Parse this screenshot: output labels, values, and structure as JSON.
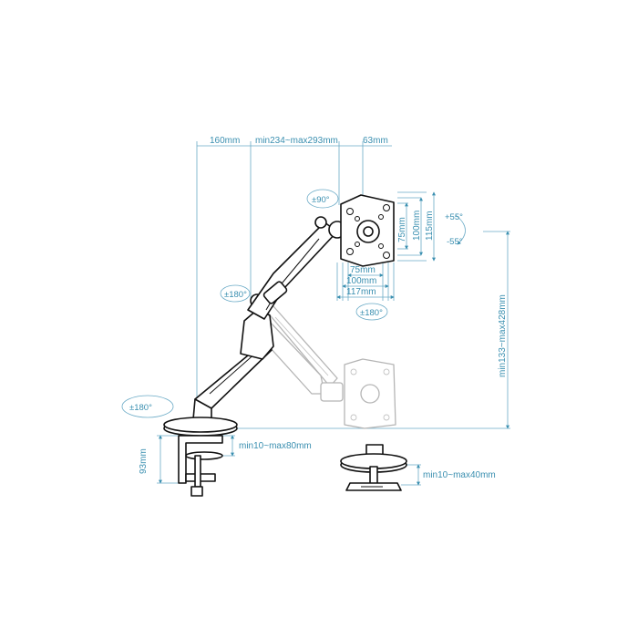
{
  "dimensions": {
    "arm_reach": "160mm",
    "arm_extension": "min234~max293mm",
    "head_depth": "63mm",
    "height_range": "min133~max428mm",
    "clamp_height": "93mm",
    "clamp_thickness": "min10~max80mm",
    "grommet_thickness": "min10~max40mm",
    "vesa_h_75": "75mm",
    "vesa_h_100": "100mm",
    "vesa_h_117": "117mm",
    "vesa_v_75": "75mm",
    "vesa_v_100": "100mm",
    "vesa_v_115": "115mm"
  },
  "rotations": {
    "rotate_90": "±90°",
    "tilt_up": "+55°",
    "tilt_down": "-55°",
    "swivel_head": "±180°",
    "swivel_elbow": "±180°",
    "swivel_base": "±180°"
  },
  "colors": {
    "dimension": "#3a8fb0",
    "drawing": "#111111",
    "ghost": "#b5b5b5"
  }
}
